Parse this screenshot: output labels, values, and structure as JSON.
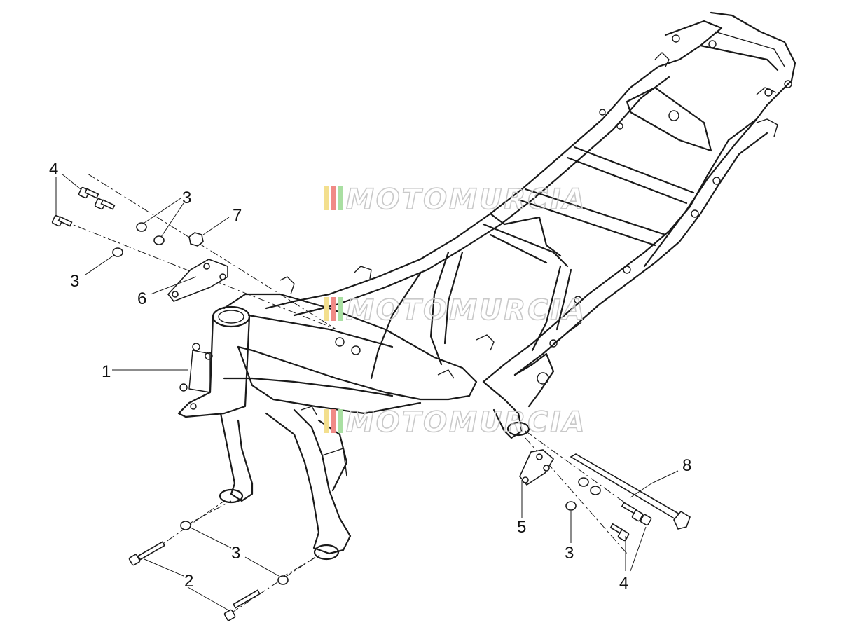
{
  "diagram": {
    "callouts": {
      "c1": "1",
      "c2": "2",
      "c3a": "3",
      "c3b": "3",
      "c3c": "3",
      "c3d": "3",
      "c4a": "4",
      "c4b": "4",
      "c5": "5",
      "c6": "6",
      "c7": "7",
      "c8": "8"
    },
    "watermark": {
      "text": "MOTOMURCIA",
      "stripe_colors": [
        "#f3df8e",
        "#f08a86",
        "#a9dfa2"
      ],
      "text_color": "#c9c9c9"
    }
  }
}
